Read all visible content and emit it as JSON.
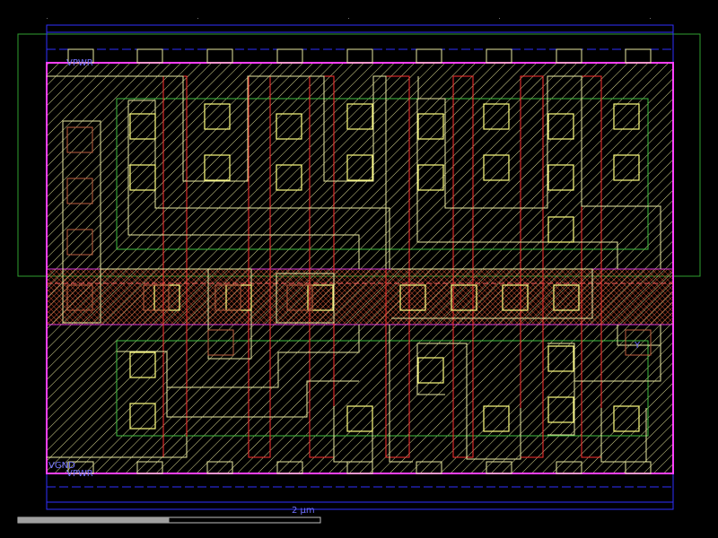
{
  "labels": {
    "power_top": "VPWR",
    "power_bottom": "VPWR",
    "ground_bottom": "VGND",
    "output_pin": "Y"
  },
  "scale": {
    "text": "2 µm",
    "fill_fraction": 0.5
  },
  "colors": {
    "background": "#000000",
    "cell_boundary": "#ff40ff",
    "metal1": "#e8e8a0",
    "poly": "#ff3030",
    "nwell": "#30a030",
    "diffusion": "#40c040",
    "met_rail": "#3030ff",
    "contact": "#ffff80",
    "label_text": "#7070ff",
    "scalebar_fill": "#a0a0a0",
    "scalebar_border": "#c0c0c0"
  }
}
